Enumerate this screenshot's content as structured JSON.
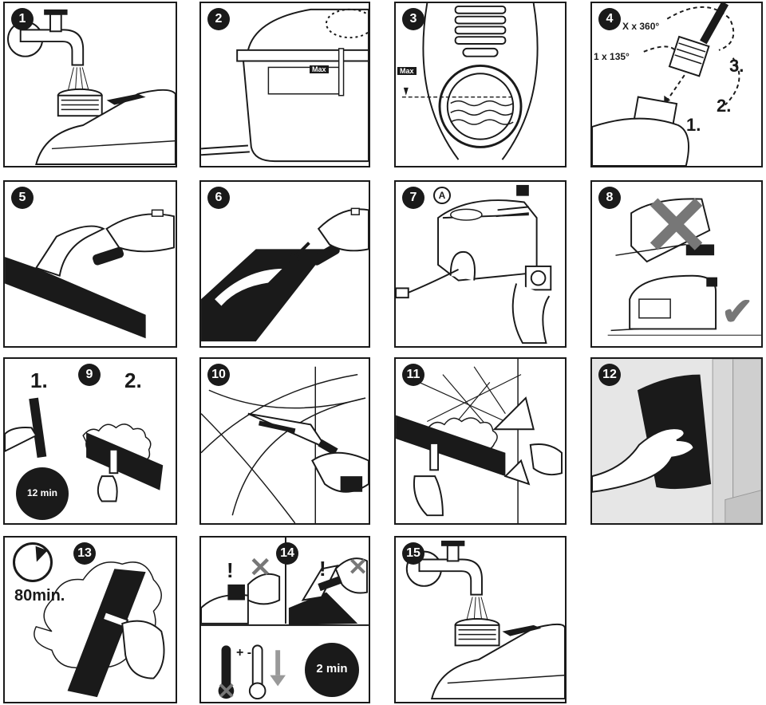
{
  "steps": [
    {
      "num": "1"
    },
    {
      "num": "2"
    },
    {
      "num": "3"
    },
    {
      "num": "4"
    },
    {
      "num": "5"
    },
    {
      "num": "6"
    },
    {
      "num": "7"
    },
    {
      "num": "8"
    },
    {
      "num": "9"
    },
    {
      "num": "10"
    },
    {
      "num": "11"
    },
    {
      "num": "12"
    },
    {
      "num": "13"
    },
    {
      "num": "14"
    },
    {
      "num": "15"
    }
  ],
  "labels": {
    "max": "Max",
    "rotate_full": "X x 360°",
    "rotate_partial": "1 x 135°",
    "sub_1": "1.",
    "sub_2": "2.",
    "sub_3": "3.",
    "callout_a": "A",
    "step9_sub1": "1.",
    "step9_sub2": "2.",
    "timer_12": "12 min",
    "timer_80": "80min.",
    "timer_2": "2 min",
    "plus_minus": "+ -"
  },
  "icons": {
    "reject": "cross-mark-icon",
    "approve": "check-mark-icon",
    "warning": "exclamation-icon"
  },
  "colors": {
    "ink": "#1a1a1a",
    "grey_mark": "#777777",
    "panel_border": "#1a1a1a"
  }
}
